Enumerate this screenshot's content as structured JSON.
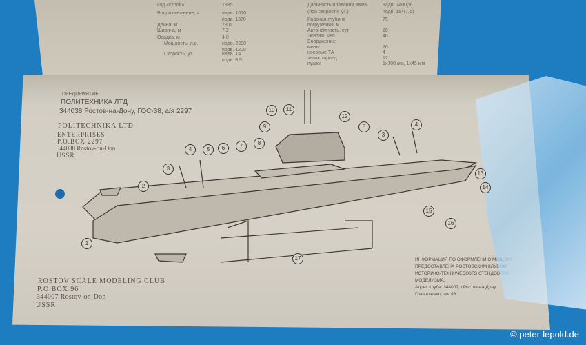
{
  "spec_table": {
    "left": [
      {
        "label": "Год «строй»",
        "value": "1935"
      },
      {
        "label": "Водоизмещение, т",
        "value": "надв. 1070",
        "value2": "подв. 1370"
      },
      {
        "label": "Длина, м",
        "value": "78,0"
      },
      {
        "label": "Ширина, м",
        "value": "7,2"
      },
      {
        "label": "Осадка, м",
        "value": "4,0"
      },
      {
        "label": "Мощность, л.с.",
        "value": "надв. 2200",
        "value2": "подв. 1200"
      },
      {
        "label": "Скорость, уз.",
        "value": "надв. 14",
        "value2": "подв. 8,5"
      }
    ],
    "right": [
      {
        "label": "Дальность плавания, миль",
        "value": "надв. 7400(9)"
      },
      {
        "label": "(при скорости, уз.)",
        "value": "подв. 154(7,5)"
      },
      {
        "label": "Рабочая глубина",
        "value": "75"
      },
      {
        "label": "погружения, м",
        "value": ""
      },
      {
        "label": "Автономность, сут",
        "value": "28"
      },
      {
        "label": "Экипаж, чел.",
        "value": "46"
      },
      {
        "label": "Вооружение:",
        "value": ""
      },
      {
        "label": "мины",
        "value": "20"
      },
      {
        "label": "носовые ТА",
        "value": "4"
      },
      {
        "label": "запас торпед",
        "value": "12"
      },
      {
        "label": "пушки",
        "value": "1x100 мм, 1x45 мм"
      }
    ]
  },
  "company_ru": {
    "line1": "ПРЕДПРИЯТИЕ",
    "line2": "ПОЛИТЕХНИКА ЛТД",
    "line3": "344038 Ростов-на-Дону, ГОС-38, а/я 2297"
  },
  "company_en": {
    "line1": "POLITECHNIKA LTD",
    "line2": "ENTERPRISES",
    "line3": "P.O.BOX 2297",
    "line4": "344038 Rostov-on-Don",
    "line5": "USSR"
  },
  "club_en": {
    "line1": "ROSTOV SCALE MODELING CLUB",
    "line2": "P.O.BOX 96",
    "line3": "344007 Rostov-on-Don",
    "line4": "USSR"
  },
  "club_ru": {
    "line1": "ИНФОРМАЦИЯ ПО ОФОРМЛЕНИЮ МОДЕЛИ",
    "line2": "ПРЕДОСТАВЛЕНА РОСТОВСКИМ КЛУБОМ",
    "line3": "ИСТОРИКО-ТЕХНИЧЕСКОГО СТЕНДОВОГО",
    "line4": "МОДЕЛИЗМА.",
    "line5": "Адрес клуба: 344007, г.Ростов-на-Дону",
    "line6": "Главпочтамт, а/я 96"
  },
  "part_numbers": [
    "1",
    "2",
    "3",
    "4",
    "5",
    "6",
    "7",
    "8",
    "9",
    "10",
    "11",
    "12",
    "5",
    "3",
    "4",
    "13",
    "14",
    "15",
    "16",
    "17"
  ],
  "watermark": "© peter-lepold.de",
  "colors": {
    "background": "#1e7cc0",
    "paper": "#d3cec3"
  }
}
